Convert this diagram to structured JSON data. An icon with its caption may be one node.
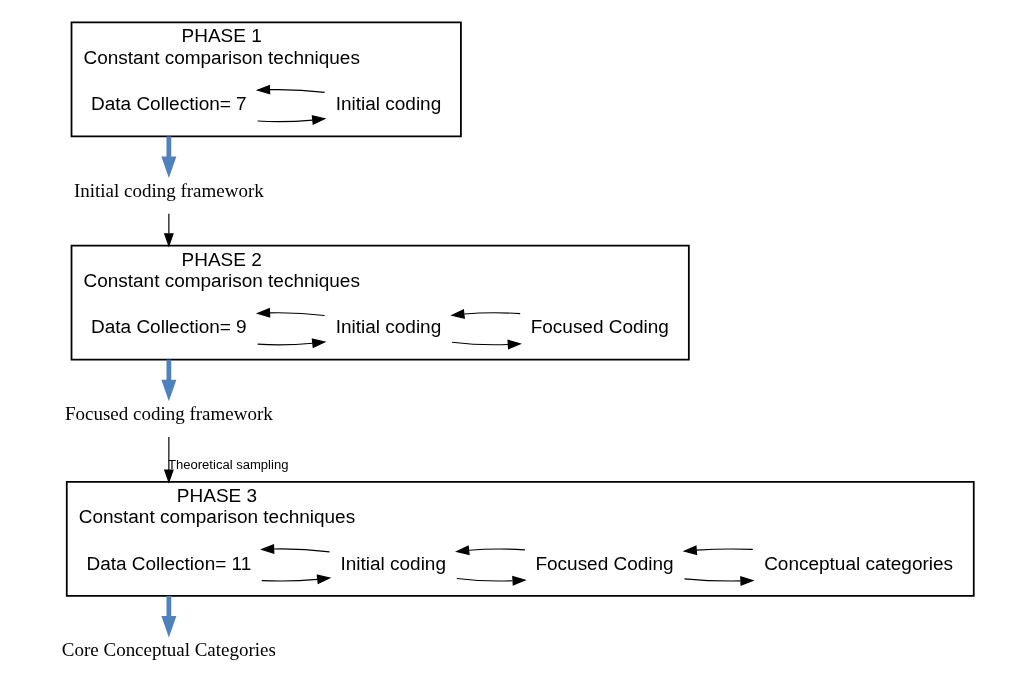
{
  "diagram": {
    "nodes": [
      {
        "text": [
          "PHASE 1",
          "Constant comparison techniques"
        ]
      },
      {
        "text": [
          "Data Collection= 7"
        ],
        "in": 0
      },
      {
        "text": [
          "Initial coding"
        ],
        "in": 0
      },
      {
        "text": [
          "Initial coding framework"
        ]
      },
      {
        "text": [
          "PHASE 2",
          "Constant comparison techniques"
        ]
      },
      {
        "text": [
          "Data Collection= 9"
        ],
        "in": 4
      },
      {
        "text": [
          "Initial coding"
        ],
        "in": 4
      },
      {
        "text": [
          "Focused Coding"
        ],
        "in": 4
      },
      {
        "text": [
          "Focused coding framework"
        ]
      },
      {
        "text": [
          "PHASE 3",
          "Constant comparison techniques"
        ]
      },
      {
        "text": [
          "Data Collection= 11"
        ],
        "in": 9
      },
      {
        "text": [
          "Initial coding"
        ],
        "in": 9
      },
      {
        "text": [
          "Focused Coding"
        ],
        "in": 9
      },
      {
        "text": [
          "Conceptual categories"
        ],
        "in": 9
      },
      {
        "text": [
          "Core Conceptual Categories"
        ]
      }
    ],
    "edges": [
      {
        "from": 1,
        "to": 2,
        "arrow": "to"
      },
      {
        "from": 2,
        "to": 1,
        "arrow": "to"
      },
      {
        "from": 0,
        "to": 3,
        "arrow": "to",
        "style": "thick",
        "color": "#4f81bd"
      },
      {
        "from": 3,
        "to": 4,
        "arrow": "to"
      },
      {
        "from": 5,
        "to": 6,
        "arrow": "to"
      },
      {
        "from": 6,
        "to": 5,
        "arrow": "to"
      },
      {
        "from": 6,
        "to": 7,
        "arrow": "to"
      },
      {
        "from": 7,
        "to": 6,
        "arrow": "to"
      },
      {
        "from": 4,
        "to": 8,
        "arrow": "to",
        "style": "thick",
        "color": "#4f81bd"
      },
      {
        "from": 8,
        "to": 9,
        "arrow": "to",
        "label": "Theoretical sampling"
      },
      {
        "from": 10,
        "to": 11,
        "arrow": "to"
      },
      {
        "from": 11,
        "to": 10,
        "arrow": "to"
      },
      {
        "from": 11,
        "to": 12,
        "arrow": "to"
      },
      {
        "from": 12,
        "to": 11,
        "arrow": "to"
      },
      {
        "from": 12,
        "to": 13,
        "arrow": "to"
      },
      {
        "from": 13,
        "to": 12,
        "arrow": "to"
      },
      {
        "from": 9,
        "to": 14,
        "arrow": "to",
        "style": "thick",
        "color": "#4f81bd"
      }
    ]
  }
}
